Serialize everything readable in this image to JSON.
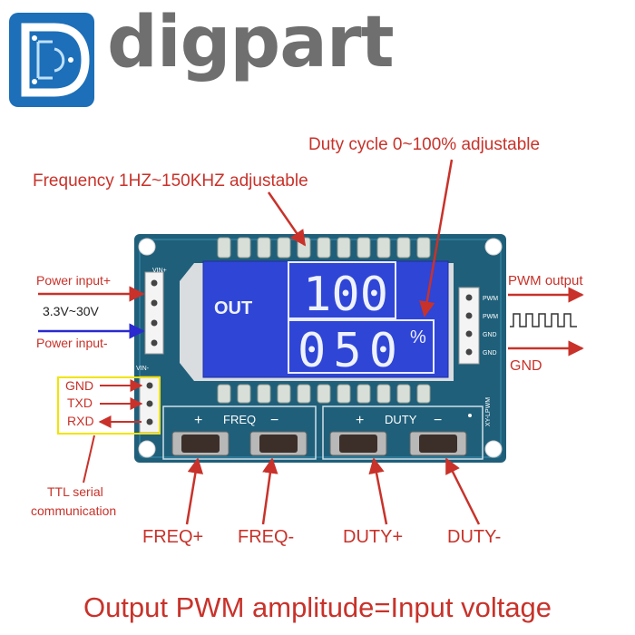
{
  "logo": {
    "letter": "D",
    "brand_name": "digpart"
  },
  "callouts": {
    "duty_cycle": "Duty cycle 0~100% adjustable",
    "frequency": "Frequency 1HZ~150KHZ adjustable",
    "power_input_plus": "Power input+",
    "voltage_range": "3.3V~30V",
    "power_input_minus": "Power input-",
    "pwm_output": "PWM output",
    "gnd_right": "GND",
    "ttl_line1": "TTL serial",
    "ttl_line2": "communication",
    "bottom_note": "Output PWM amplitude=Input voltage"
  },
  "serial_pins": {
    "gnd": "GND",
    "txd": "TXD",
    "rxd": "RXD"
  },
  "board": {
    "pin_vin_plus": "VIN+",
    "pin_vin_minus": "VIN-",
    "right_pins": [
      "PWM",
      "PWM",
      "GND",
      "GND"
    ],
    "model_mark": "XY-LPWM",
    "freq_group_label": "FREQ",
    "duty_group_label": "DUTY",
    "plus_sign": "+",
    "minus_sign": "−"
  },
  "lcd": {
    "out_label": "OUT",
    "frequency_value": "100",
    "duty_value": "050",
    "percent_sign": "%"
  },
  "buttons": {
    "freq_plus": "FREQ+",
    "freq_minus": "FREQ-",
    "duty_plus": "DUTY+",
    "duty_minus": "DUTY-"
  },
  "colors": {
    "board": "#1f5f7a",
    "lcd": "#2f45d6",
    "annotation_red": "#c8322a",
    "serial_box": "#f2e300",
    "logo_blue": "#1c6fb8"
  }
}
